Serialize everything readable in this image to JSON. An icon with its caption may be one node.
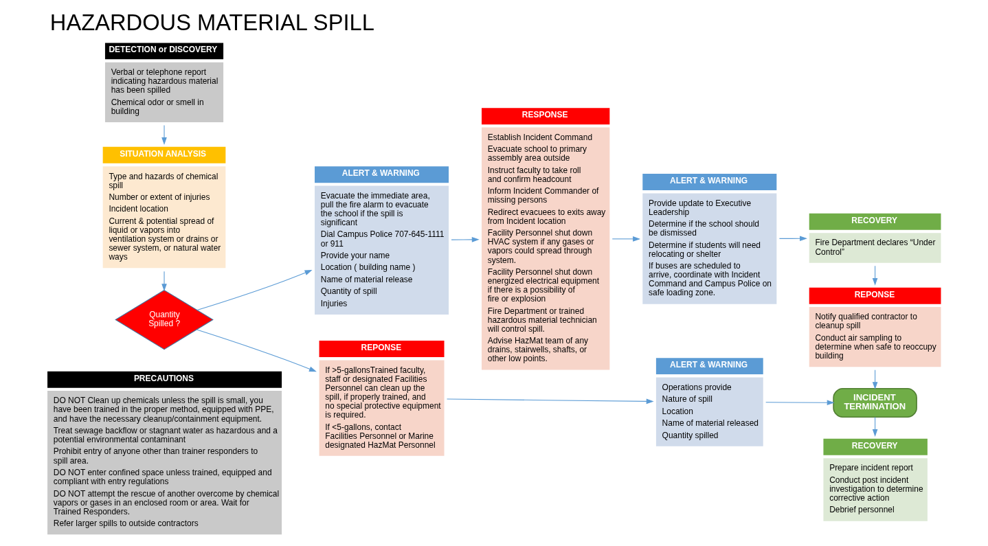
{
  "diagram": {
    "title": "HAZARDOUS MATERIAL SPILL",
    "nodes": [
      {
        "text": [
          "PRECAUTIONS",
          "DO NOT Clean up chemicals unless the spill is small, you have been trained in the proper method, equipped with PPE, and have the necessary cleanup/containment equipment.",
          "Treat sewage backflow or stagnant water as hazardous and a potential environmental contaminant",
          "Prohibit entry of anyone other than trainer responders to spill area.",
          "DO NOT enter confined space unless trained, equipped and compliant with entry regulations",
          "DO NOT attempt the rescue of another overcome by chemical vapors or gases in an enclosed room or area. Wait for Trained Responders.",
          "Refer larger spills to outside contractors"
        ]
      },
      {
        "text": [
          "DETECTION or DISCOVERY",
          "Verbal or telephone report indicating hazardous material has been spilled",
          "Chemical odor or smell in building"
        ]
      },
      {
        "text": [
          "SITUATION ANALYSIS",
          "Type and hazards of chemical spill",
          "Number or extent of injuries",
          "Incident location",
          "Current & potential spread of liquid or vapors into ventilation system or drains or sewer system, or natural water ways"
        ]
      },
      {
        "text": [
          "Quantity Spilled ?"
        ]
      },
      {
        "text": [
          "ALERT & WARNING",
          "Evacuate the immediate area, pull the fire alarm to evacuate the school if the spill is significant",
          "Dial Campus Police 707-645-1111 or 911",
          "Provide your name",
          "Location ( building name )",
          "Name of material release",
          "Quantity of spill",
          "Injuries"
        ]
      },
      {
        "text": [
          "RESPONSE",
          "Establish Incident Command",
          "Evacuate school to primary assembly area outside",
          "Instruct faculty to take roll and confirm headcount",
          "Inform Incident Commander of missing persons",
          "Redirect evacuees to exits away from Incident location",
          "Facility Personnel shut down HVAC system if any gases or vapors could spread through system.",
          "Facility Personnel shut down energized electrical equipment if there is a possibility of fire or explosion",
          "Fire Department or trained hazardous material technician will control spill.",
          "Advise HazMat team of any drains, stairwells, shafts, or other low points."
        ]
      },
      {
        "text": [
          "REPONSE",
          "If >5-gallonsTrained faculty, staff or designated Facilities Personnel can clean up the spill, if properly trained, and no special protective equipment is required.",
          "If <5-gallons, contact Facilities Personnel or Marine designated HazMat Personnel"
        ]
      },
      {
        "text": [
          "ALERT & WARNING",
          "Provide update to Executive Leadership",
          "Determine if the school should be dismissed",
          "Determine if students will need relocating or shelter",
          "If buses are scheduled to arrive, coordinate with Incident Command and Campus Police on safe loading zone."
        ]
      },
      {
        "text": [
          "ALERT & WARNING",
          "Operations provide",
          "Nature of spill",
          "Location",
          "Name of material released",
          "Quantity spilled"
        ]
      },
      {
        "text": [
          "RECOVERY",
          "Fire Department declares “Under Control”"
        ]
      },
      {
        "text": [
          "REPONSE",
          "Notify qualified contractor to cleanup spill",
          "Conduct air sampling to determine when safe to reoccupy building"
        ]
      },
      {
        "text": [
          "INCIDENT TERMINATION"
        ]
      },
      {
        "text": [
          "RECOVERY",
          "Prepare incident report",
          "Conduct post incident investigation to determine corrective action",
          "Debrief personnel"
        ]
      }
    ],
    "edges": [
      {
        "from": 1,
        "to": 2,
        "arrow": "to"
      },
      {
        "from": 2,
        "to": 3,
        "arrow": "to"
      },
      {
        "from": 3,
        "to": 4,
        "arrow": "to"
      },
      {
        "from": 3,
        "to": 6,
        "arrow": "to"
      },
      {
        "from": 4,
        "to": 5,
        "arrow": "to"
      },
      {
        "from": 5,
        "to": 7,
        "arrow": "to"
      },
      {
        "from": 6,
        "to": 8,
        "arrow": "to"
      },
      {
        "from": 7,
        "to": 9,
        "arrow": "to"
      },
      {
        "from": 9,
        "to": 10,
        "arrow": "to"
      },
      {
        "from": 10,
        "to": 11,
        "arrow": "to"
      },
      {
        "from": 8,
        "to": 11,
        "arrow": "to"
      },
      {
        "from": 11,
        "to": 12,
        "arrow": "to"
      }
    ]
  }
}
